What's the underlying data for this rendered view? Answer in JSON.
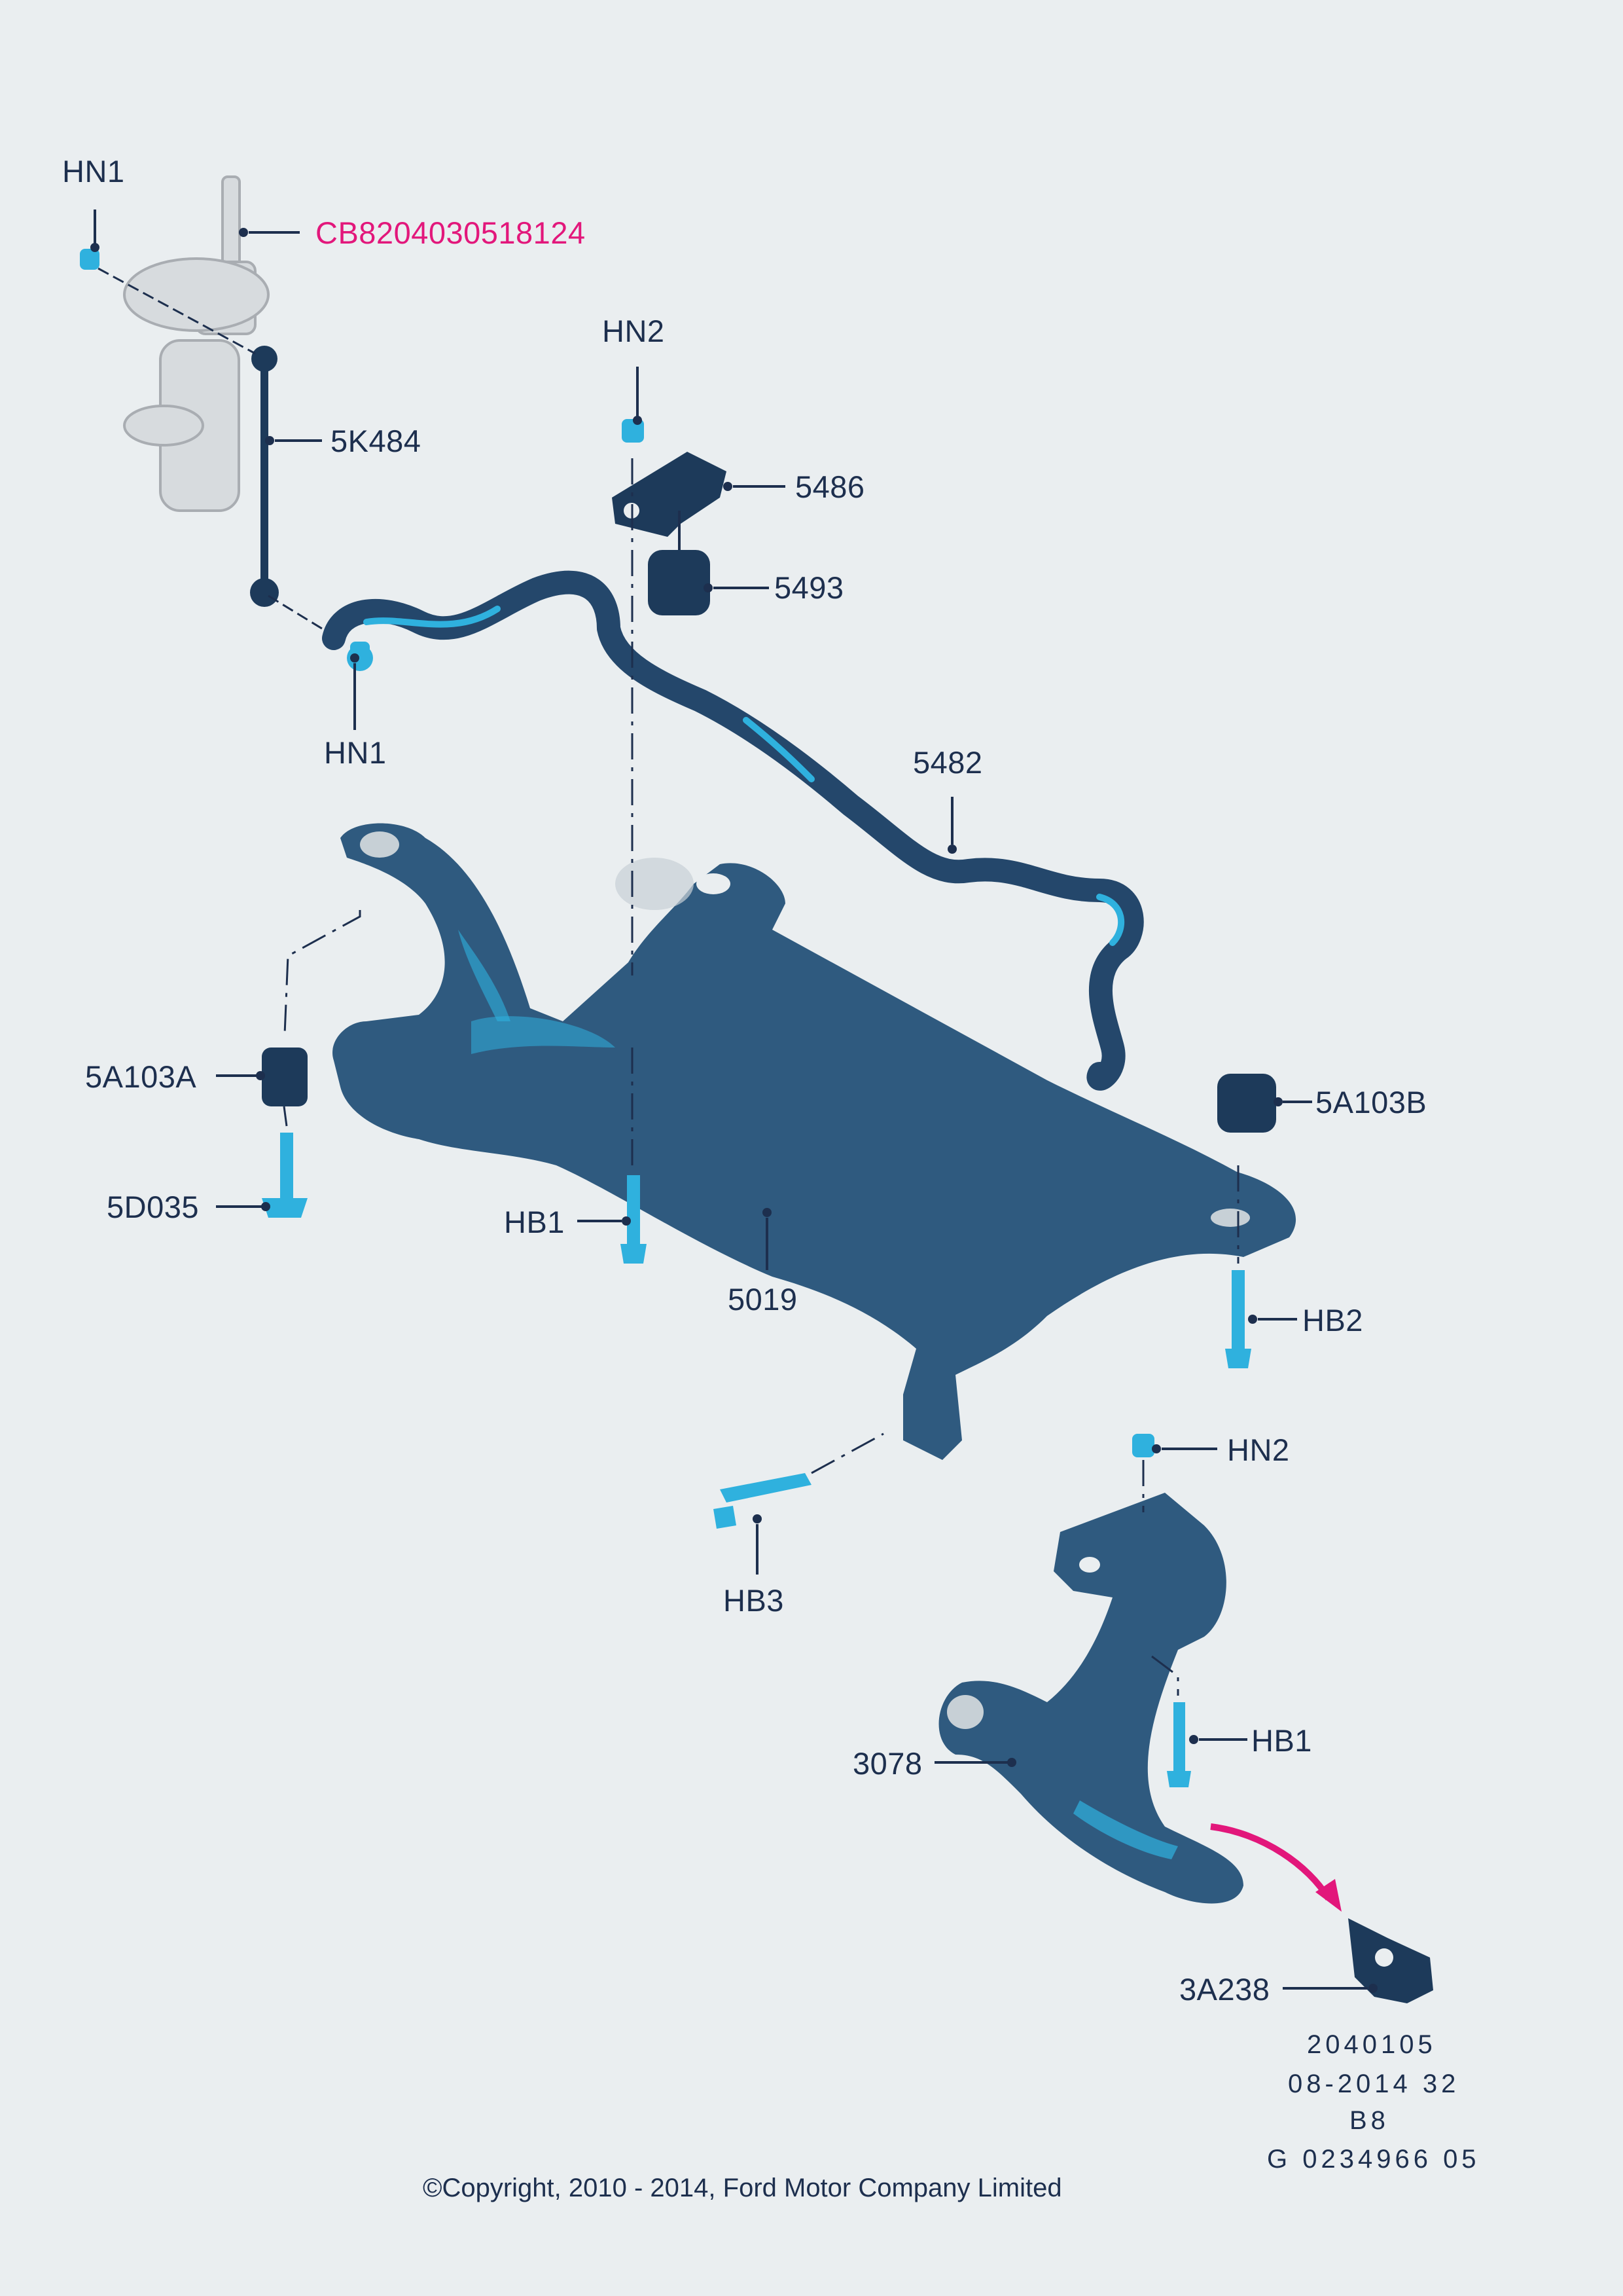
{
  "labels": {
    "hn1_top": "HN1",
    "part_number": "CB8204030518124",
    "l_5k484": "5K484",
    "hn2_top": "HN2",
    "l_5486": "5486",
    "l_5493": "5493",
    "hn1_mid": "HN1",
    "l_5482": "5482",
    "l_5a103a": "5A103A",
    "l_5a103b": "5A103B",
    "l_5d035": "5D035",
    "hb1_mid": "HB1",
    "l_5019": "5019",
    "hb2": "HB2",
    "hn2_low": "HN2",
    "hb3": "HB3",
    "hb1_low": "HB1",
    "l_3078": "3078",
    "l_3a238": "3A238"
  },
  "reference": {
    "line1": "2040105",
    "line2": "08-2014 32",
    "line3": "B8",
    "line4": "G 0234966 05"
  },
  "copyright": "©Copyright, 2010 - 2014, Ford Motor Company Limited",
  "colors": {
    "background": "#eaeef0",
    "label_text": "#1d2f4e",
    "highlight_label": "#e2177b",
    "part_body": "#2f5a7f",
    "part_highlight": "#2fb1de",
    "arrow": "#e2177b"
  }
}
